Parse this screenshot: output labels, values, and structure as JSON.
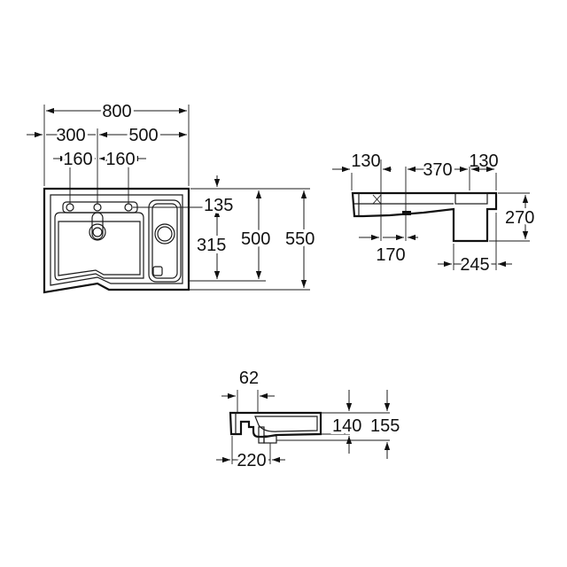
{
  "top_view": {
    "overall_width": "800",
    "left_segment": "300",
    "right_segment": "500",
    "tap_spacing_left": "160",
    "tap_spacing_right": "160",
    "back_depth": "135",
    "bowl_depth": "315",
    "inner_depth": "500",
    "overall_depth": "550"
  },
  "side_view": {
    "left_offset": "130",
    "middle_span": "370",
    "right_offset": "130",
    "height": "270",
    "drain_offset": "170",
    "bracket_width": "245"
  },
  "section_view": {
    "rim_width": "62",
    "depth_inner": "140",
    "depth_outer": "155",
    "drain_distance": "220"
  }
}
